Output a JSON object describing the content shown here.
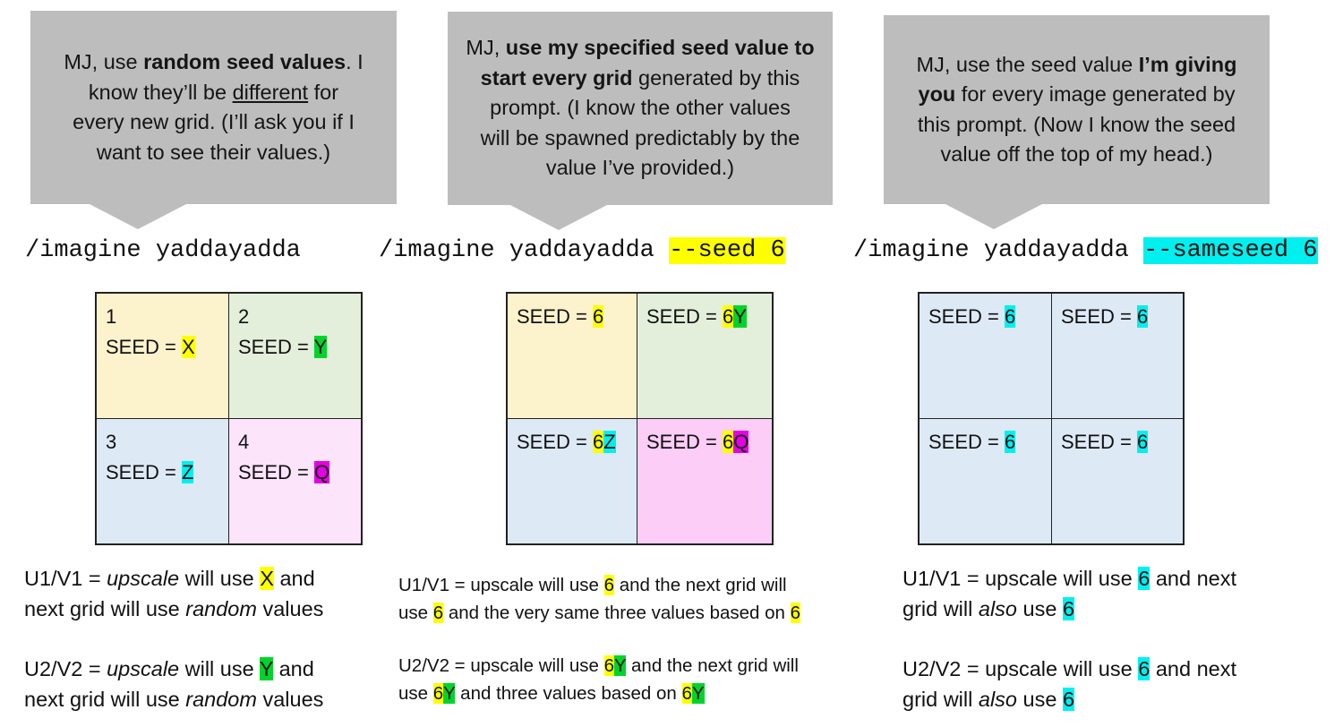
{
  "bubbles": [
    {
      "l1a": "MJ, use ",
      "l1b": "random seed values",
      "l1c": ". I",
      "l2a": "know they’ll be ",
      "l2b": "different",
      "l2c": " for",
      "l3": "every new grid. (I’ll ask you if I",
      "l4": "want to see their values.)"
    },
    {
      "l1a": "MJ, ",
      "l1b": "use my specified seed value to",
      "l2a": "start every grid",
      "l2b": " generated by this",
      "l3": "prompt. (I know the other values",
      "l4": "will be spawned predictably by the",
      "l5": "value I’ve provided.)"
    },
    {
      "l1a": "MJ, use the seed value ",
      "l1b": "I’m giving",
      "l2a": "you",
      "l2b": " for every image generated by",
      "l3": "this prompt. (Now I know the seed",
      "l4": "value off the top of my head.)"
    }
  ],
  "commands": [
    {
      "base": "/imagine yaddayadda",
      "flag": ""
    },
    {
      "base": "/imagine yaddayadda ",
      "flag": "--seed 6"
    },
    {
      "base": "/imagine yaddayadda ",
      "flag": "--sameseed 6"
    }
  ],
  "grids": [
    {
      "cells": [
        {
          "num": "1",
          "label": "SEED = ",
          "a": "X",
          "b": ""
        },
        {
          "num": "2",
          "label": "SEED = ",
          "a": "Y",
          "b": ""
        },
        {
          "num": "3",
          "label": "SEED = ",
          "a": "Z",
          "b": ""
        },
        {
          "num": "4",
          "label": "SEED = ",
          "a": "Q",
          "b": ""
        }
      ]
    },
    {
      "cells": [
        {
          "label": "SEED = ",
          "a": "6",
          "b": ""
        },
        {
          "label": "SEED = ",
          "a": "6",
          "b": "Y"
        },
        {
          "label": "SEED = ",
          "a": "6",
          "b": "Z"
        },
        {
          "label": "SEED = ",
          "a": "6",
          "b": "Q"
        }
      ]
    },
    {
      "cells": [
        {
          "label": "SEED = ",
          "a": "6"
        },
        {
          "label": "SEED = ",
          "a": "6"
        },
        {
          "label": "SEED = ",
          "a": "6"
        },
        {
          "label": "SEED = ",
          "a": "6"
        }
      ]
    }
  ],
  "notes": {
    "left": {
      "u1": {
        "a": "U1/V1 = ",
        "b": "upscale",
        "c": " will use ",
        "v": "X",
        "d": " and",
        "e": "next grid will use ",
        "f": "random",
        "g": " values"
      },
      "u2": {
        "a": "U2/V2 = ",
        "b": "upscale",
        "c": " will use ",
        "v": "Y",
        "d": " and",
        "e": "next grid will use ",
        "f": "random",
        "g": " values"
      }
    },
    "middle": {
      "u1": {
        "a": "U1/V1 = upscale will use ",
        "v": "6",
        "b": " and the next grid will",
        "c": "use ",
        "v2": "6",
        "d": " and the very same three values based on ",
        "v3": "6"
      },
      "u2": {
        "a": "U2/V2 = upscale will use ",
        "v": "6",
        "vb": "Y",
        "b": " and the next grid will",
        "c": "use ",
        "v2": "6",
        "v2b": "Y",
        "d": " and three values based on ",
        "v3": "6",
        "v3b": "Y"
      }
    },
    "right": {
      "u1": {
        "a": "U1/V1 = upscale will use ",
        "v": "6",
        "b": " and next",
        "c": "grid will ",
        "i": "also",
        "d": " use ",
        "v2": "6"
      },
      "u2": {
        "a": "U2/V2 = upscale will use ",
        "v": "6",
        "b": " and next",
        "c": "grid will ",
        "i": "also",
        "d": " use ",
        "v2": "6"
      }
    }
  },
  "colors": {
    "bubble": "#bdbdbd",
    "highlight_yellow": "#ffff00",
    "highlight_green": "#00d42a",
    "highlight_cyan": "#00f0f0",
    "highlight_magenta": "#e400e4"
  }
}
